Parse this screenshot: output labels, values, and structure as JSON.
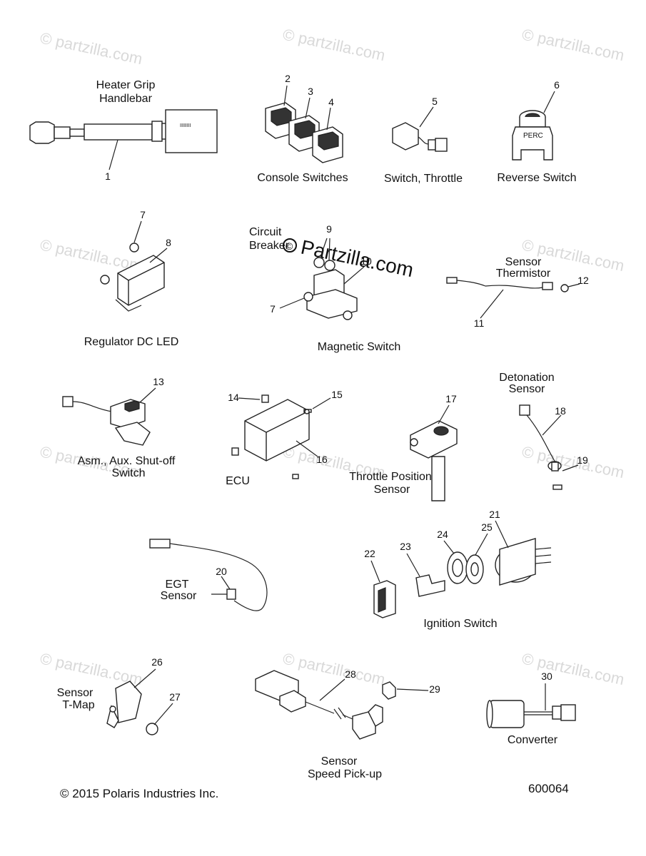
{
  "watermark": "© partzilla.com",
  "center_watermark": "Partzilla.com",
  "center_watermark_symbol": "©",
  "copyright": "© 2015 Polaris Industries Inc.",
  "diagram_id": "600064",
  "groups": [
    {
      "id": "heater-grip",
      "lines": [
        "Heater Grip",
        "Handlebar"
      ]
    },
    {
      "id": "console-switches",
      "lines": [
        "Console Switches"
      ]
    },
    {
      "id": "switch-throttle",
      "lines": [
        "Switch, Throttle"
      ]
    },
    {
      "id": "reverse-switch",
      "lines": [
        "Reverse Switch"
      ]
    },
    {
      "id": "regulator",
      "lines": [
        "Regulator DC LED"
      ]
    },
    {
      "id": "circuit-breaker",
      "lines": [
        "Circuit",
        "Breaker"
      ]
    },
    {
      "id": "magnetic-switch",
      "lines": [
        "Magnetic Switch"
      ]
    },
    {
      "id": "sensor-thermistor",
      "lines": [
        "Sensor",
        "Thermistor"
      ]
    },
    {
      "id": "aux-shutoff",
      "lines": [
        "Asm., Aux. Shut-off",
        "Switch"
      ]
    },
    {
      "id": "ecu",
      "lines": [
        "ECU"
      ]
    },
    {
      "id": "throttle-position",
      "lines": [
        "Throttle Position",
        "Sensor"
      ]
    },
    {
      "id": "detonation-sensor",
      "lines": [
        "Detonation",
        "Sensor"
      ]
    },
    {
      "id": "egt-sensor",
      "lines": [
        "EGT",
        "Sensor"
      ]
    },
    {
      "id": "ignition-switch",
      "lines": [
        "Ignition Switch"
      ]
    },
    {
      "id": "sensor-tmap",
      "lines": [
        "Sensor",
        "T-Map"
      ]
    },
    {
      "id": "speed-pickup",
      "lines": [
        "Sensor",
        "Speed Pick-up"
      ]
    },
    {
      "id": "converter",
      "lines": [
        "Converter"
      ]
    }
  ],
  "parts": [
    "1",
    "2",
    "3",
    "4",
    "5",
    "6",
    "7",
    "8",
    "9",
    "10",
    "11",
    "12",
    "13",
    "14",
    "15",
    "16",
    "17",
    "18",
    "19",
    "20",
    "21",
    "22",
    "23",
    "24",
    "25",
    "26",
    "27",
    "28",
    "29",
    "30"
  ],
  "extra_callouts": [
    "7"
  ],
  "part_text": {
    "reverse_switch": "PERC",
    "heater_marking": "IIIIIIII"
  }
}
